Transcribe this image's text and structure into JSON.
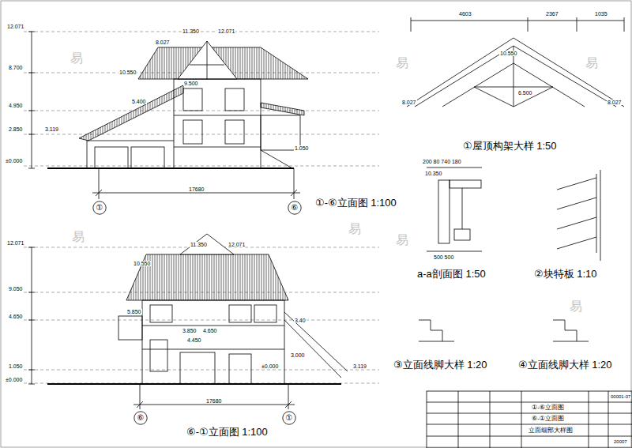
{
  "diagram": {
    "nodes": [
      {
        "text": [
          "①"
        ]
      },
      {
        "text": [
          "⑥"
        ]
      },
      {
        "text": [
          "⑥"
        ]
      },
      {
        "text": [
          "①"
        ]
      }
    ],
    "labels": [
      "①-⑥立面图 1:100",
      "⑥-①立面图 1:100",
      "①屋顶构架大样 1:50",
      "a-a剖面图 1:50",
      "②块特板 1:10",
      "③立面线脚大样 1:20",
      "④立面线脚大样 1:20",
      "12.071",
      "8.700",
      "4.950",
      "2.850",
      "±0.000",
      "3.119",
      "8.027",
      "10.550",
      "11.350",
      "12.071",
      "9.500",
      "5.400",
      "1.050",
      "17680",
      "12.071",
      "9.050",
      "4.650",
      "1.050",
      "±0.000",
      "10.550",
      "11.350",
      "12.071",
      "5.850",
      "3.850",
      "4.650",
      "4.450",
      "3.40",
      "3.119",
      "3.000",
      "±0.000",
      "17680",
      "4603",
      "2367",
      "1035",
      "10.550",
      "6.500",
      "8.027",
      "8.027",
      "200 80 740 180",
      "10.350",
      "500 500",
      "00001-07",
      "①-⑥立面图",
      "⑥-①立面图",
      "立面细部大样图",
      "20007",
      "易",
      "易",
      "易",
      "易",
      "易",
      "易",
      "易"
    ]
  }
}
